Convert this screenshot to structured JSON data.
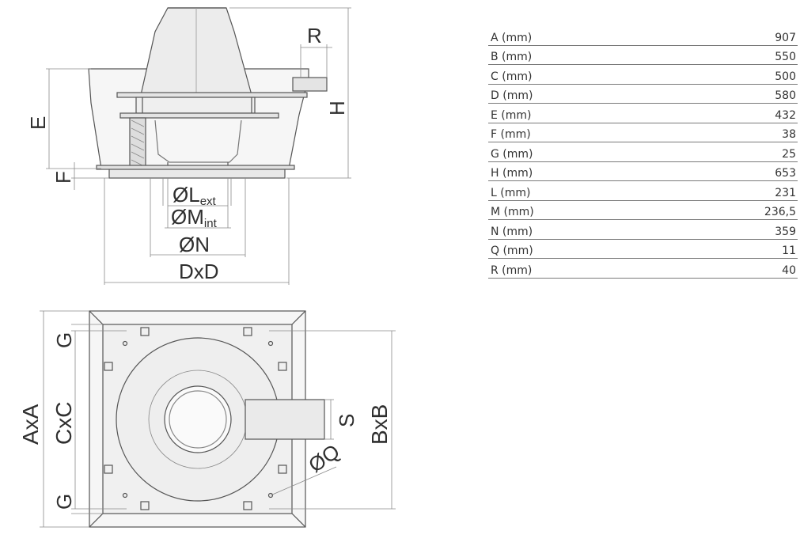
{
  "drawing": {
    "labels": {
      "R": "R",
      "H": "H",
      "E": "E",
      "F": "F",
      "L": "ØL",
      "L_sub": "ext",
      "M": "ØM",
      "M_sub": "int",
      "N": "ØN",
      "DxD": "DxD",
      "G_top": "G",
      "G_bottom": "G",
      "AxA": "AxA",
      "CxC": "CxC",
      "S": "S",
      "Q": "ØQ",
      "BxB": "BxB"
    }
  },
  "specs": [
    {
      "label": "A (mm)",
      "value": "907"
    },
    {
      "label": "B (mm)",
      "value": "550"
    },
    {
      "label": "C (mm)",
      "value": "500"
    },
    {
      "label": "D (mm)",
      "value": "580"
    },
    {
      "label": "E (mm)",
      "value": "432"
    },
    {
      "label": "F (mm)",
      "value": "38"
    },
    {
      "label": "G (mm)",
      "value": "25"
    },
    {
      "label": "H (mm)",
      "value": "653"
    },
    {
      "label": "L (mm)",
      "value": "231"
    },
    {
      "label": "M (mm)",
      "value": "236,5"
    },
    {
      "label": "N (mm)",
      "value": "359"
    },
    {
      "label": "Q (mm)",
      "value": "11"
    },
    {
      "label": "R (mm)",
      "value": "40"
    }
  ],
  "colors": {
    "line": "#555555",
    "dim": "#8a8a8a",
    "fill": "#e8e8e8",
    "text": "#2f2f2f"
  }
}
